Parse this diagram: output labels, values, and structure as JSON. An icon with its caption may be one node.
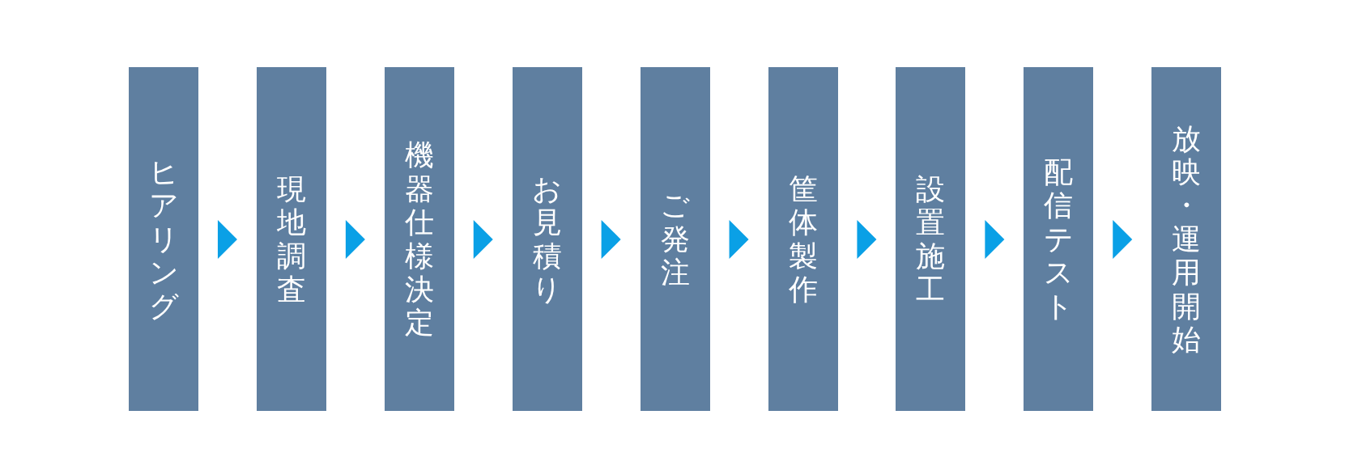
{
  "diagram": {
    "nodes": [
      {
        "text": [
          "ヒアリング"
        ]
      },
      {
        "text": [
          "現地調査"
        ]
      },
      {
        "text": [
          "機器仕様決定"
        ]
      },
      {
        "text": [
          "お見積り"
        ]
      },
      {
        "text": [
          "ご発注"
        ]
      },
      {
        "text": [
          "筐体製作"
        ]
      },
      {
        "text": [
          "設置施工"
        ]
      },
      {
        "text": [
          "配信テスト"
        ]
      },
      {
        "text": [
          "放映・運用開始"
        ]
      }
    ],
    "edges": [
      {
        "from": 0,
        "to": 1,
        "arrow": "to"
      },
      {
        "from": 1,
        "to": 2,
        "arrow": "to"
      },
      {
        "from": 2,
        "to": 3,
        "arrow": "to"
      },
      {
        "from": 3,
        "to": 4,
        "arrow": "to"
      },
      {
        "from": 4,
        "to": 5,
        "arrow": "to"
      },
      {
        "from": 5,
        "to": 6,
        "arrow": "to"
      },
      {
        "from": 6,
        "to": 7,
        "arrow": "to"
      },
      {
        "from": 7,
        "to": 8,
        "arrow": "to"
      }
    ]
  }
}
